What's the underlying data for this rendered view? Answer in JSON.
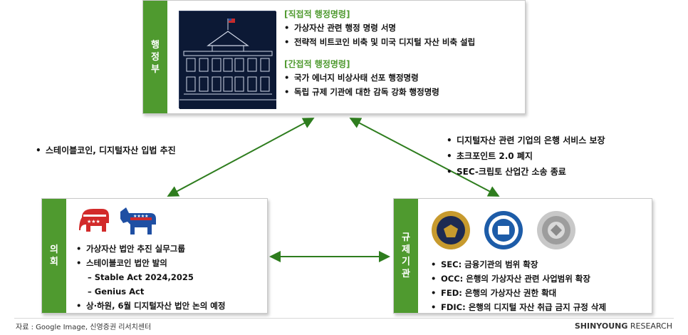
{
  "executive": {
    "side_label": "행정부",
    "direct_title": "[직접적 행정명령]",
    "direct_items": [
      "가상자산 관련 행정 명령 서명",
      "전략적 비트코인 비축 및 미국 디지털 자산 비축 설립"
    ],
    "indirect_title": "[간접적 행정명령]",
    "indirect_items": [
      "국가 에너지 비상사태 선포 행정명령",
      "독립 규제 기관에 대한 감독 강화 행정명령"
    ]
  },
  "congress": {
    "side_label": "의회",
    "items": [
      "가상자산 법안 추진 실무그룹",
      "스테이블코인 법안 발의"
    ],
    "sub_items": [
      "– Stable Act 2024,2025",
      "– Genius Act"
    ],
    "last_item": "상·하원, 6월 디지털자산 법안 논의 예정"
  },
  "regulators": {
    "side_label": "규제기관",
    "items": [
      "SEC: 금융기관의 범위 확장",
      "OCC: 은행의 가상자산 관련 사업범위 확장",
      "FED: 은행의 가상자산 권한 확대",
      "FDIC: 은행의 디지털 자산 취급 금지 규정 삭제"
    ]
  },
  "edge_left_label": "스테이블코인, 디지털자산 입법 추진",
  "edge_right_labels": [
    "디지털자산 관련 기업의 은행 서비스 보장",
    "초크포인트 2.0 폐지",
    "SEC-크립토 산업간 소송 종료"
  ],
  "footer": {
    "source": "자료 : Google Image, 신영증권 리서치센터",
    "brand_bold": "SHINYOUNG",
    "brand_rest": " RESEARCH"
  },
  "colors": {
    "accent_green": "#4f9a2f",
    "arrow_green": "#2e7d1e",
    "whitehouse_bg": "#0c1935"
  }
}
